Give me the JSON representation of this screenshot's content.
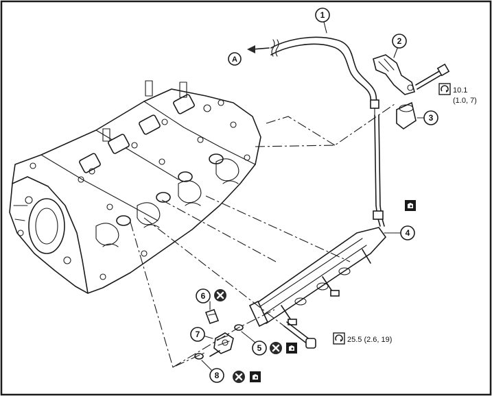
{
  "callouts": {
    "c1": "1",
    "c2": "2",
    "c3": "3",
    "c4": "4",
    "c5": "5",
    "c6": "6",
    "c7": "7",
    "c8": "8"
  },
  "reference_label": "A",
  "torque_specs": {
    "upper": {
      "line1": "10.1",
      "line2": "(1.0, 7)"
    },
    "lower": {
      "line1": "25.5 (2.6, 19)"
    }
  },
  "icons": {
    "torque": "torque-wrench-icon",
    "replace": "do-not-reuse-x-icon",
    "lubricate": "apply-oil-icon"
  },
  "colors": {
    "ink": "#1a1a1a",
    "background": "#ffffff"
  }
}
